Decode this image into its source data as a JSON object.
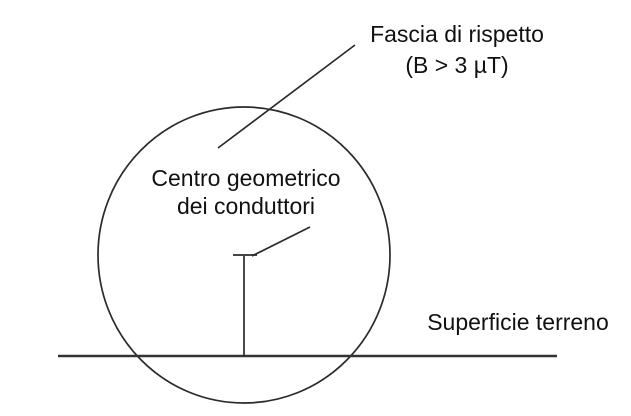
{
  "diagram": {
    "labels": {
      "fascia": {
        "line1": "Fascia di rispetto",
        "line2": "(B > 3 µT)"
      },
      "centro": {
        "line1": "Centro geometrico",
        "line2": "dei conduttori"
      },
      "superficie": "Superficie terreno"
    },
    "colors": {
      "line": "#2b2b2b",
      "ground_line": "#333333",
      "text": "#111111",
      "background": "#ffffff"
    }
  }
}
